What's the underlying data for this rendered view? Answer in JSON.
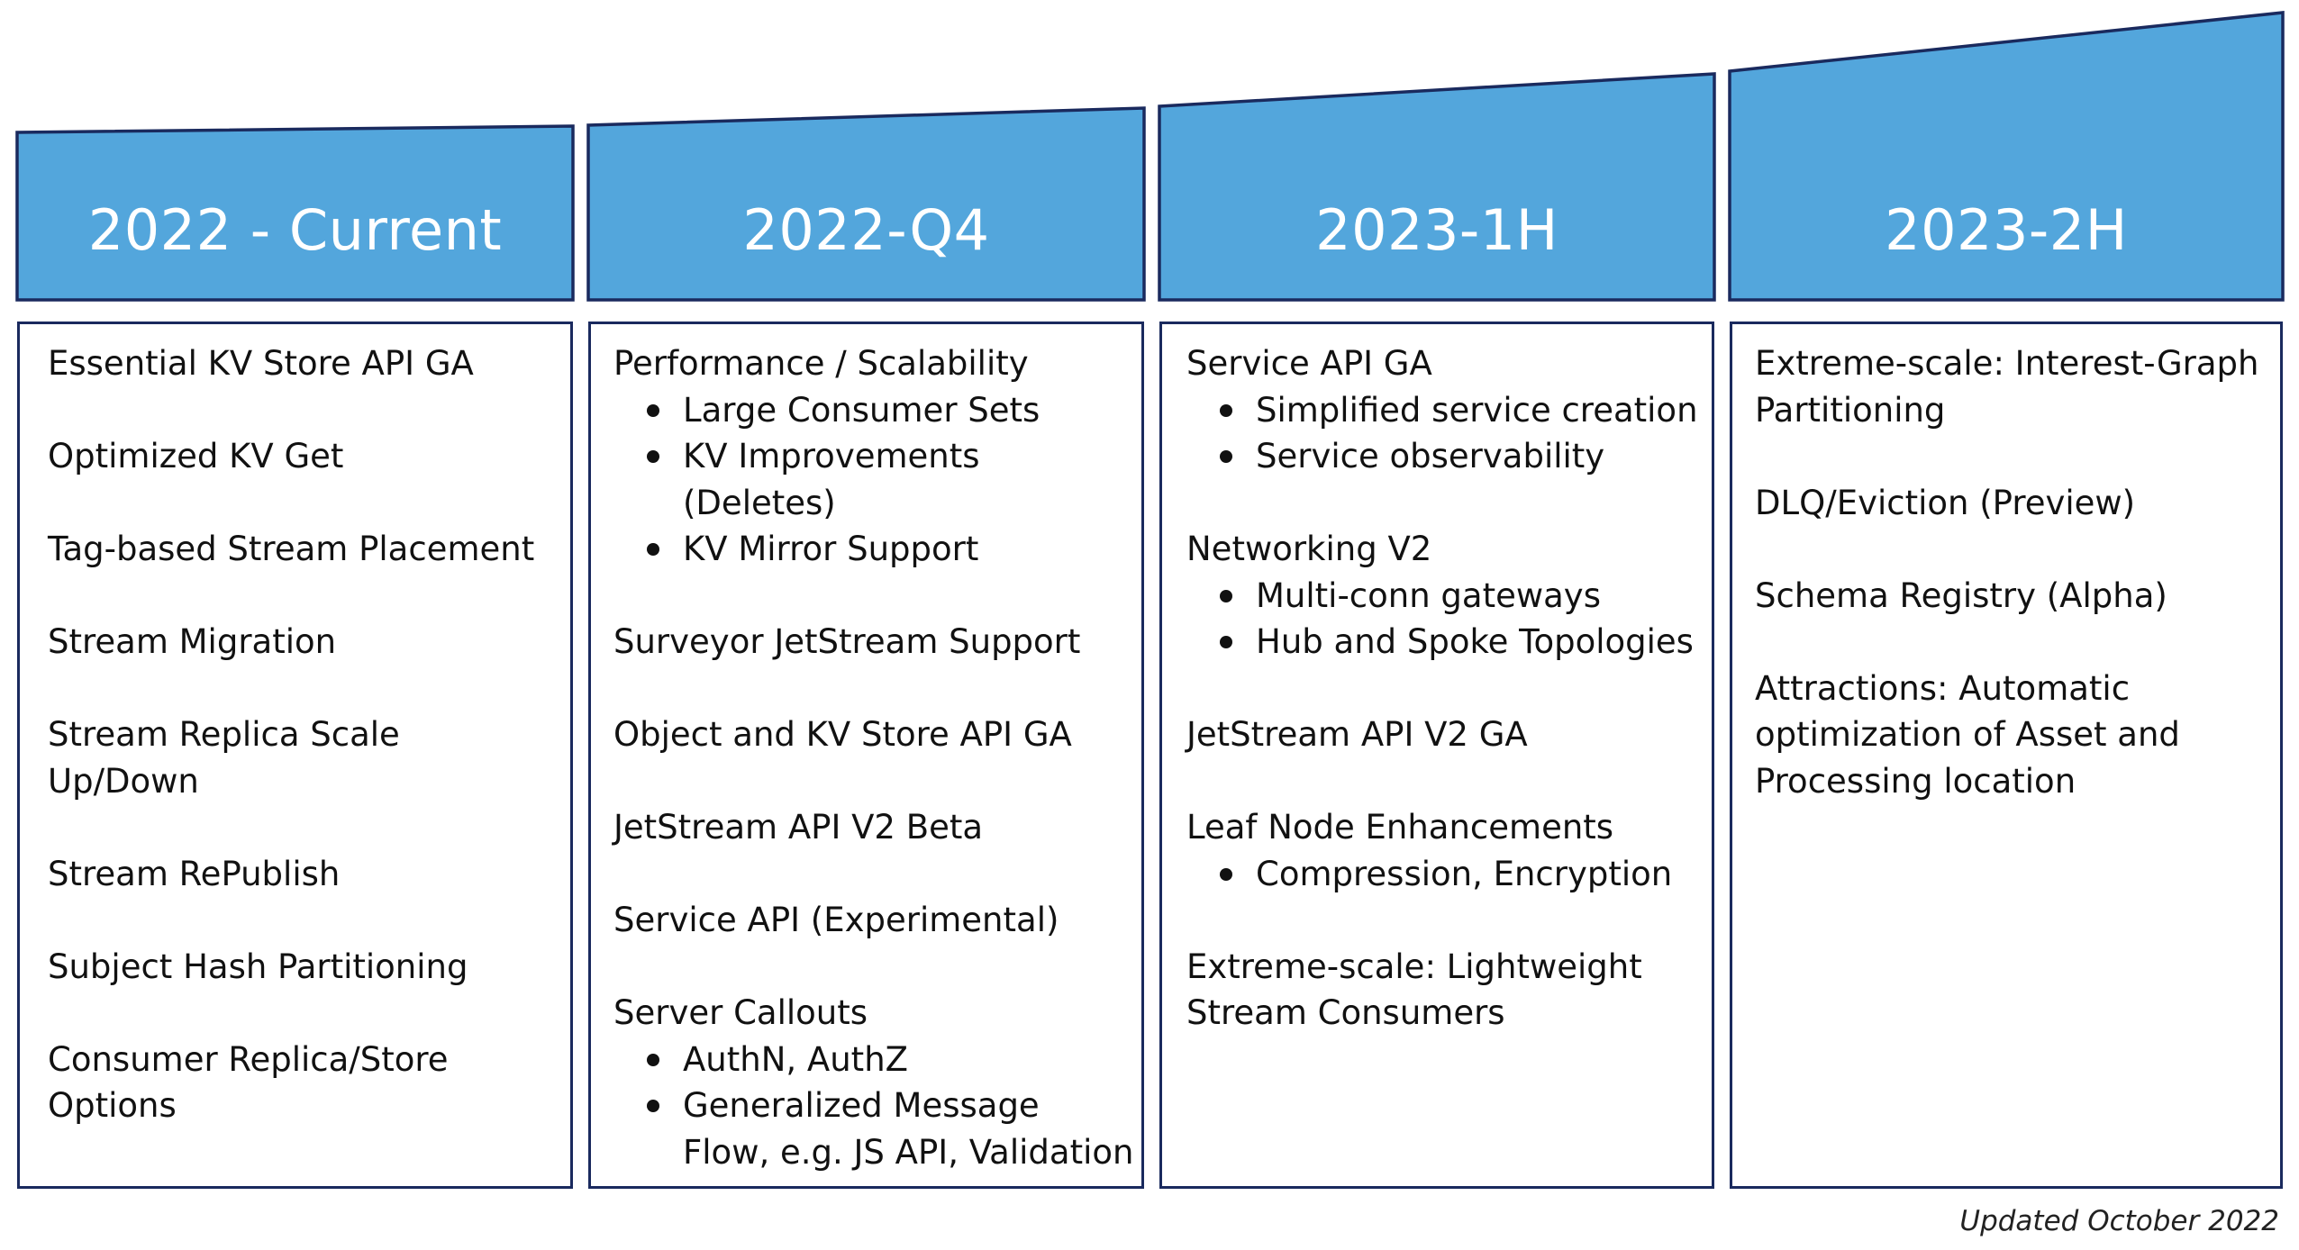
{
  "colors": {
    "banner_fill": "#53a6dc",
    "banner_stroke": "#1a2a5e",
    "box_border": "#1a2a5e",
    "header_text": "#ffffff",
    "body_text": "#111111"
  },
  "columns": [
    {
      "header": "2022 - Current",
      "items": [
        {
          "text": "Essential KV Store API GA",
          "bullets": []
        },
        {
          "text": "Optimized KV Get",
          "bullets": []
        },
        {
          "text": "Tag-based Stream Placement",
          "bullets": []
        },
        {
          "text": "Stream Migration",
          "bullets": []
        },
        {
          "text": "Stream Replica Scale Up/Down",
          "bullets": []
        },
        {
          "text": "Stream RePublish",
          "bullets": []
        },
        {
          "text": "Subject Hash Partitioning",
          "bullets": []
        },
        {
          "text": "Consumer Replica/Store Options",
          "bullets": []
        }
      ]
    },
    {
      "header": "2022-Q4",
      "items": [
        {
          "text": "Performance / Scalability",
          "bullets": [
            "Large Consumer Sets",
            "KV Improvements (Deletes)",
            "KV Mirror Support"
          ]
        },
        {
          "text": "Surveyor JetStream Support",
          "bullets": []
        },
        {
          "text": "Object and KV Store  API GA",
          "bullets": []
        },
        {
          "text": "JetStream API V2 Beta",
          "bullets": []
        },
        {
          "text": "Service API (Experimental)",
          "bullets": []
        },
        {
          "text": "Server Callouts",
          "bullets": [
            "AuthN, AuthZ",
            "Generalized Message Flow, e.g. JS API, Validation"
          ]
        }
      ]
    },
    {
      "header": "2023-1H",
      "items": [
        {
          "text": "Service API GA",
          "bullets": [
            "Simplified service creation",
            "Service observability"
          ]
        },
        {
          "text": "Networking V2",
          "bullets": [
            "Multi-conn gateways",
            "Hub and Spoke Topologies"
          ]
        },
        {
          "text": "JetStream API V2 GA",
          "bullets": []
        },
        {
          "text": "Leaf Node Enhancements",
          "bullets": [
            "Compression, Encryption"
          ]
        },
        {
          "text": "Extreme-scale: Lightweight Stream Consumers",
          "bullets": []
        }
      ]
    },
    {
      "header": "2023-2H",
      "items": [
        {
          "text": "Extreme-scale: Interest-Graph Partitioning",
          "bullets": []
        },
        {
          "text": "DLQ/Eviction (Preview)",
          "bullets": []
        },
        {
          "text": "Schema Registry (Alpha)",
          "bullets": []
        },
        {
          "text": "Attractions: Automatic optimization of Asset and Processing location",
          "bullets": []
        }
      ]
    }
  ],
  "footer": {
    "note": "Updated October  2022"
  }
}
